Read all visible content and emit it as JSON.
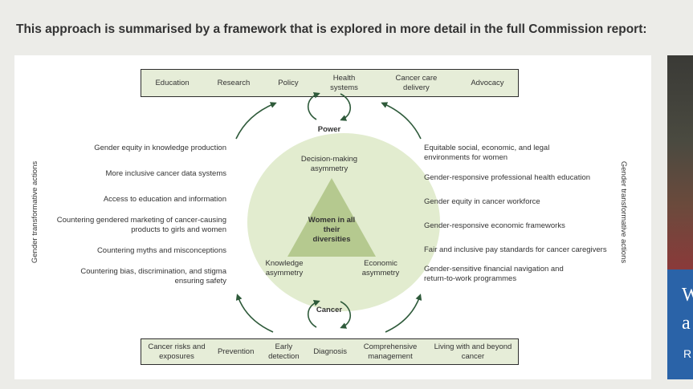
{
  "intro_text": "This approach is summarised by a framework that is explored in more detail in the full Commission report:",
  "top_bar": [
    "Education",
    "Research",
    "Policy",
    "Health systems",
    "Cancer care delivery",
    "Advocacy"
  ],
  "bottom_bar": [
    "Cancer risks and exposures",
    "Prevention",
    "Early detection",
    "Diagnosis",
    "Comprehensive management",
    "Living with and beyond cancer"
  ],
  "power_label": "Power",
  "cancer_label": "Cancer",
  "center_label": "Women in all their diversities",
  "decision_label": "Decision-making asymmetry",
  "knowledge_label": "Knowledge asymmetry",
  "economic_label": "Economic asymmetry",
  "left_actions": [
    "Gender equity in knowledge production",
    "More inclusive cancer data systems",
    "Access to education and information",
    "Countering gendered marketing of cancer-causing products to girls and women",
    "Countering myths and misconceptions",
    "Countering bias, discrimination, and stigma ensuring safety"
  ],
  "right_actions": [
    "Equitable social, economic, and legal environments for women",
    "Gender-responsive professional health education",
    "Gender equity in cancer workforce",
    "Gender-responsive economic frameworks",
    "Fair and inclusive pay standards for cancer caregivers",
    "Gender-sensitive financial navigation and return-to-work programmes"
  ],
  "side_label_left": "Gender transformative actions",
  "side_label_right": "Gender transformative actions",
  "side_panel": {
    "line1": "W",
    "line2": "a",
    "line3": "R"
  },
  "colors": {
    "circle": "#e2eccf",
    "triangle": "#b5c98f",
    "bar": "#e6edd8",
    "arrow": "#2e5a3a",
    "side_blue": "#2a63a8"
  }
}
